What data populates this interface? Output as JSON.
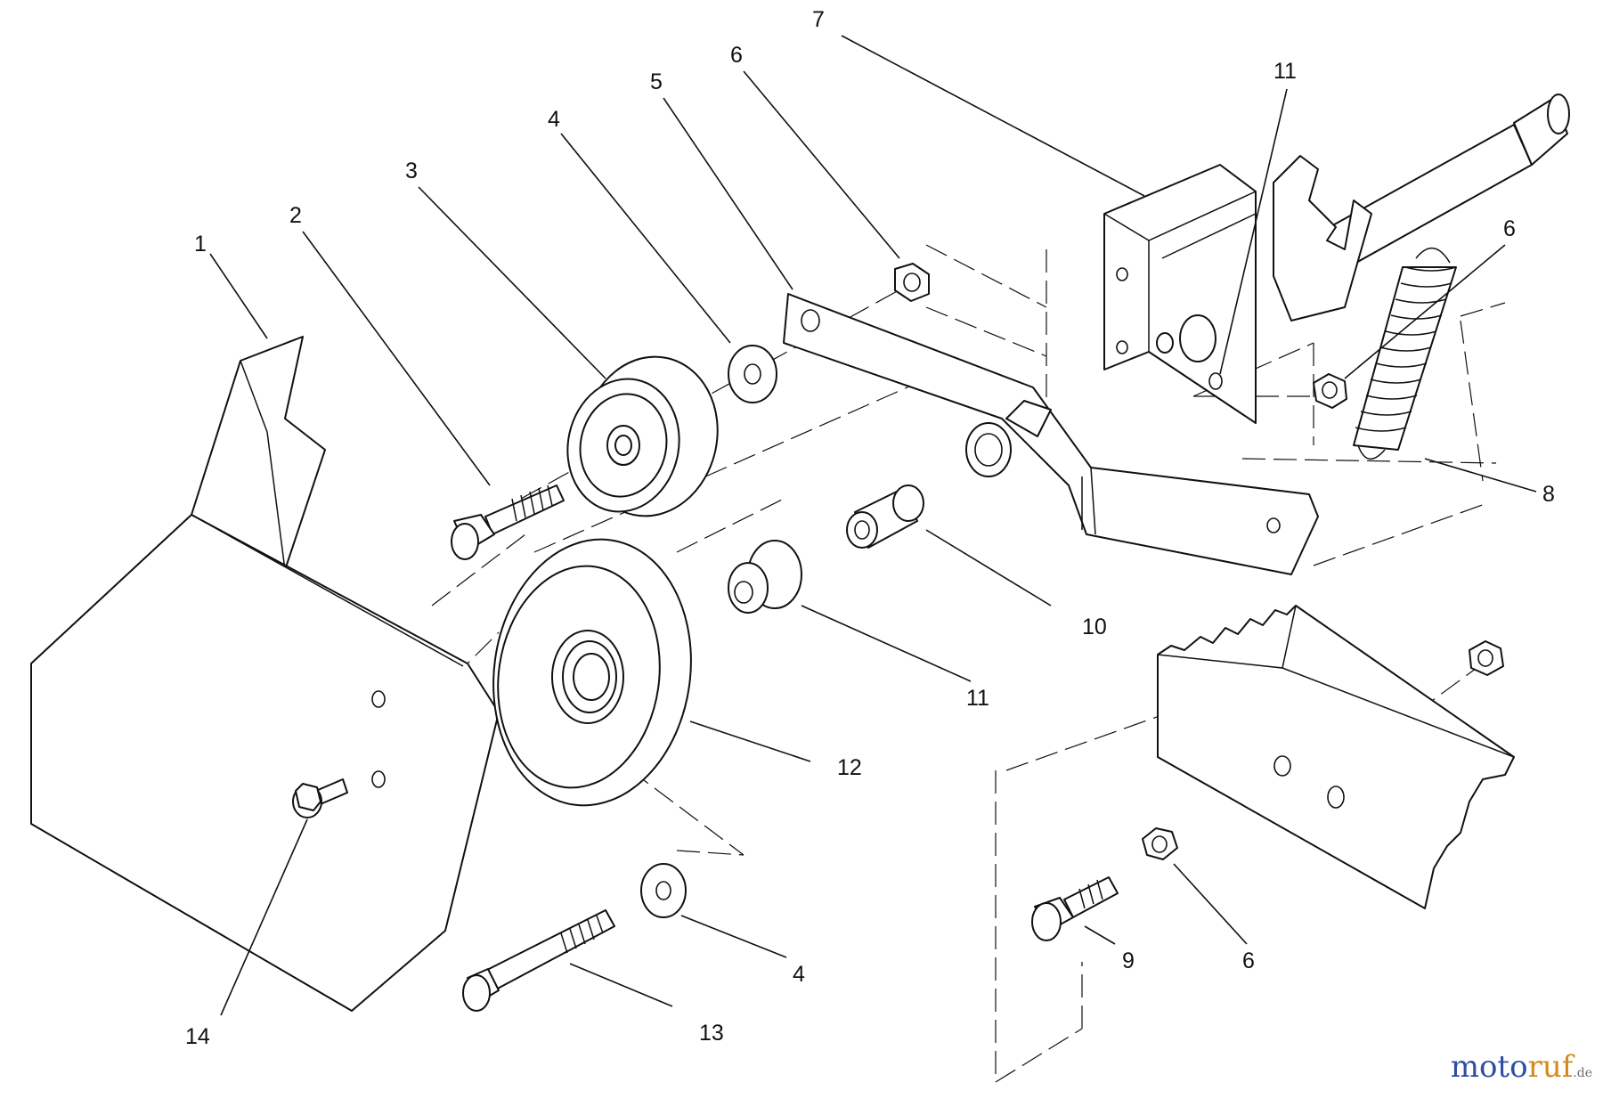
{
  "diagram": {
    "callouts": [
      "1",
      "2",
      "3",
      "4",
      "5",
      "6",
      "7",
      "8",
      "9",
      "10",
      "11",
      "12",
      "13",
      "14"
    ],
    "labels": [
      {
        "id": "c1",
        "text": "1"
      },
      {
        "id": "c2",
        "text": "2"
      },
      {
        "id": "c3",
        "text": "3"
      },
      {
        "id": "c4a",
        "text": "4"
      },
      {
        "id": "c5",
        "text": "5"
      },
      {
        "id": "c6a",
        "text": "6"
      },
      {
        "id": "c7",
        "text": "7"
      },
      {
        "id": "c11a",
        "text": "11"
      },
      {
        "id": "c6b",
        "text": "6"
      },
      {
        "id": "c8",
        "text": "8"
      },
      {
        "id": "c10",
        "text": "10"
      },
      {
        "id": "c11b",
        "text": "11"
      },
      {
        "id": "c12",
        "text": "12"
      },
      {
        "id": "c4b",
        "text": "4"
      },
      {
        "id": "c13",
        "text": "13"
      },
      {
        "id": "c14",
        "text": "14"
      },
      {
        "id": "c9",
        "text": "9"
      },
      {
        "id": "c6c",
        "text": "6"
      }
    ]
  },
  "watermark": {
    "part1": "moto",
    "part2": "ruf",
    "part3": ".de",
    "colors": {
      "blue": "#2e4ea3",
      "orange": "#d28a1c"
    }
  }
}
